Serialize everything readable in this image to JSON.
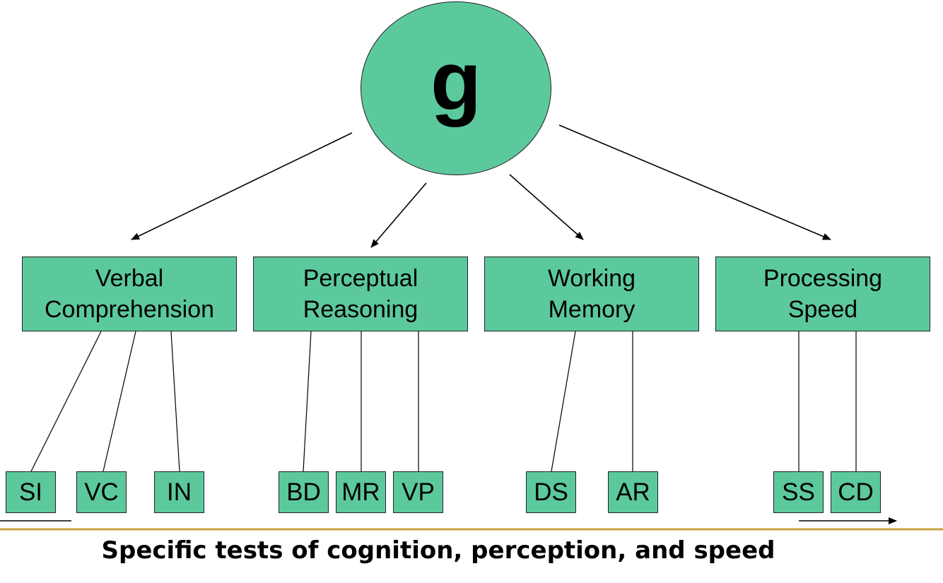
{
  "colors": {
    "node_fill": "#5cc99c",
    "node_border": "#222222",
    "divider": "#c9a040",
    "text": "#000000"
  },
  "general_factor": {
    "label": "g"
  },
  "factors": [
    {
      "line1": "Verbal",
      "line2": "Comprehension"
    },
    {
      "line1": "Perceptual",
      "line2": "Reasoning"
    },
    {
      "line1": "Working",
      "line2": "Memory"
    },
    {
      "line1": "Processing",
      "line2": "Speed"
    }
  ],
  "tests": [
    {
      "label": "SI",
      "factor": "Verbal Comprehension"
    },
    {
      "label": "VC",
      "factor": "Verbal Comprehension"
    },
    {
      "label": "IN",
      "factor": "Verbal Comprehension"
    },
    {
      "label": "BD",
      "factor": "Perceptual Reasoning"
    },
    {
      "label": "MR",
      "factor": "Perceptual Reasoning"
    },
    {
      "label": "VP",
      "factor": "Perceptual Reasoning"
    },
    {
      "label": "DS",
      "factor": "Working Memory"
    },
    {
      "label": "AR",
      "factor": "Working Memory"
    },
    {
      "label": "SS",
      "factor": "Processing Speed"
    },
    {
      "label": "CD",
      "factor": "Processing Speed"
    }
  ],
  "caption": "Specific tests of cognition, perception, and speed"
}
